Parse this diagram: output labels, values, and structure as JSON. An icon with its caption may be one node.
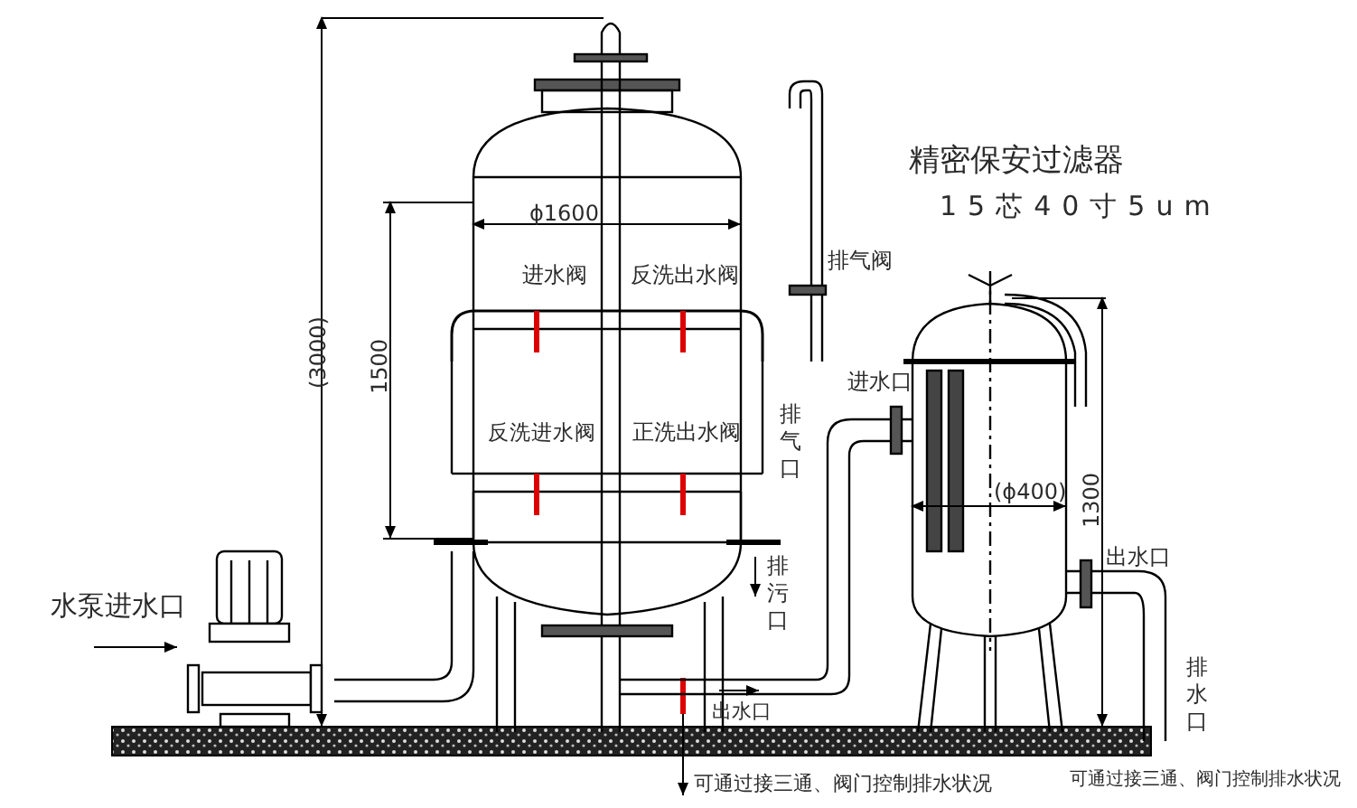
{
  "diagram": {
    "labels": [
      "精密保安过滤器",
      "15芯40寸5um",
      "排气阀",
      "ϕ1600",
      "进水阀",
      "反洗出水阀",
      "1500",
      "(3000)",
      "进水口",
      "反洗进水阀",
      "正洗出水阀",
      "排气口",
      "(ϕ400)",
      "1300",
      "水泵进水口",
      "排污口",
      "出水口",
      "出水口",
      "排水口",
      "可通过接三通、阀门控制排水状况",
      "可通过接三通、阀门控制排水状况"
    ]
  }
}
